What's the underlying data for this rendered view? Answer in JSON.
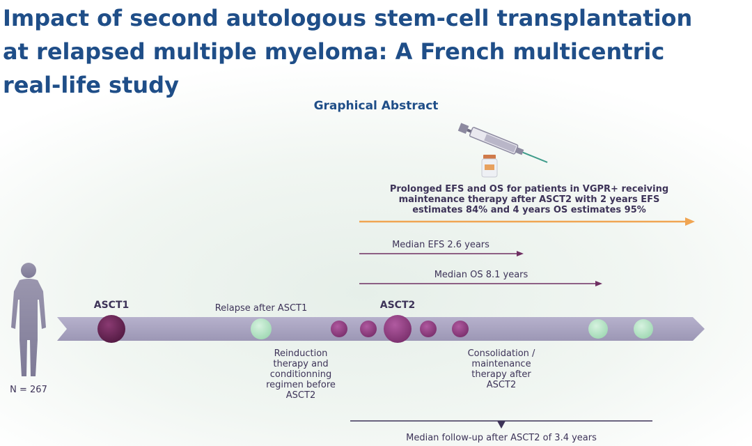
{
  "title_lines": [
    "Impact of second autologous stem-cell transplantation",
    "at relapsed multiple myeloma: A French multicentric",
    "real-life study"
  ],
  "subtitle": "Graphical Abstract",
  "cohort_label": "N = 267",
  "timeline": {
    "asct1_label": "ASCT1",
    "relapse_label": "Relapse after ASCT1",
    "asct2_label": "ASCT2",
    "reinduction_label": "Reinduction therapy and conditionning regimen before ASCT2",
    "consolidation_label": "Consolidation / maintenance therapy after ASCT2",
    "followup_label": "Median follow-up after ASCT2 of 3.4 years"
  },
  "outcomes": {
    "vgpr_text": "Prolonged EFS and OS for patients in VGPR+ receiving maintenance therapy after ASCT2 with 2 years EFS estimates 84% and 4 years OS estimates 95%",
    "median_efs": "Median EFS 2.6 years",
    "median_os": "Median OS 8.1 years"
  },
  "colors": {
    "title": "#1f4e88",
    "timeline_bar": "#a9a4c1",
    "dark_dot": "#6b2556",
    "magenta_dot": "#8a3a78",
    "green_dot": "#b7e3c6",
    "orange_arrow": "#f0a552",
    "purple_arrow": "#6f2f62"
  }
}
